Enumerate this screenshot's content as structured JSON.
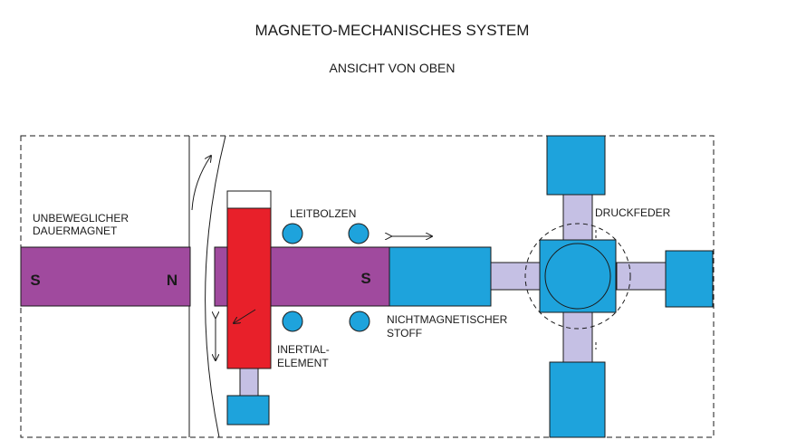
{
  "title": "MAGNETO-MECHANISCHES SYSTEM",
  "subtitle": "ANSICHT VON OBEN",
  "labels": {
    "fixed_magnet_line1": "UNBEWEGLICHER",
    "fixed_magnet_line2": "DAUERMAGNET",
    "guide_pins": "LEITBOLZEN",
    "spring": "DRUCKFEDER",
    "nonmag_line1": "NICHTMAGNETISCHER",
    "nonmag_line2": "STOFF",
    "inertial_line1": "INERTIAL-",
    "inertial_line2": "ELEMENT"
  },
  "poles": {
    "fixed_s": "S",
    "fixed_n": "N",
    "moving_s": "S"
  },
  "colors": {
    "magnet": "#a04a9e",
    "inertial": "#e8202a",
    "blue_block": "#1ea3dc",
    "spring": "#c5c0e4",
    "outline": "#1a1a1a"
  }
}
